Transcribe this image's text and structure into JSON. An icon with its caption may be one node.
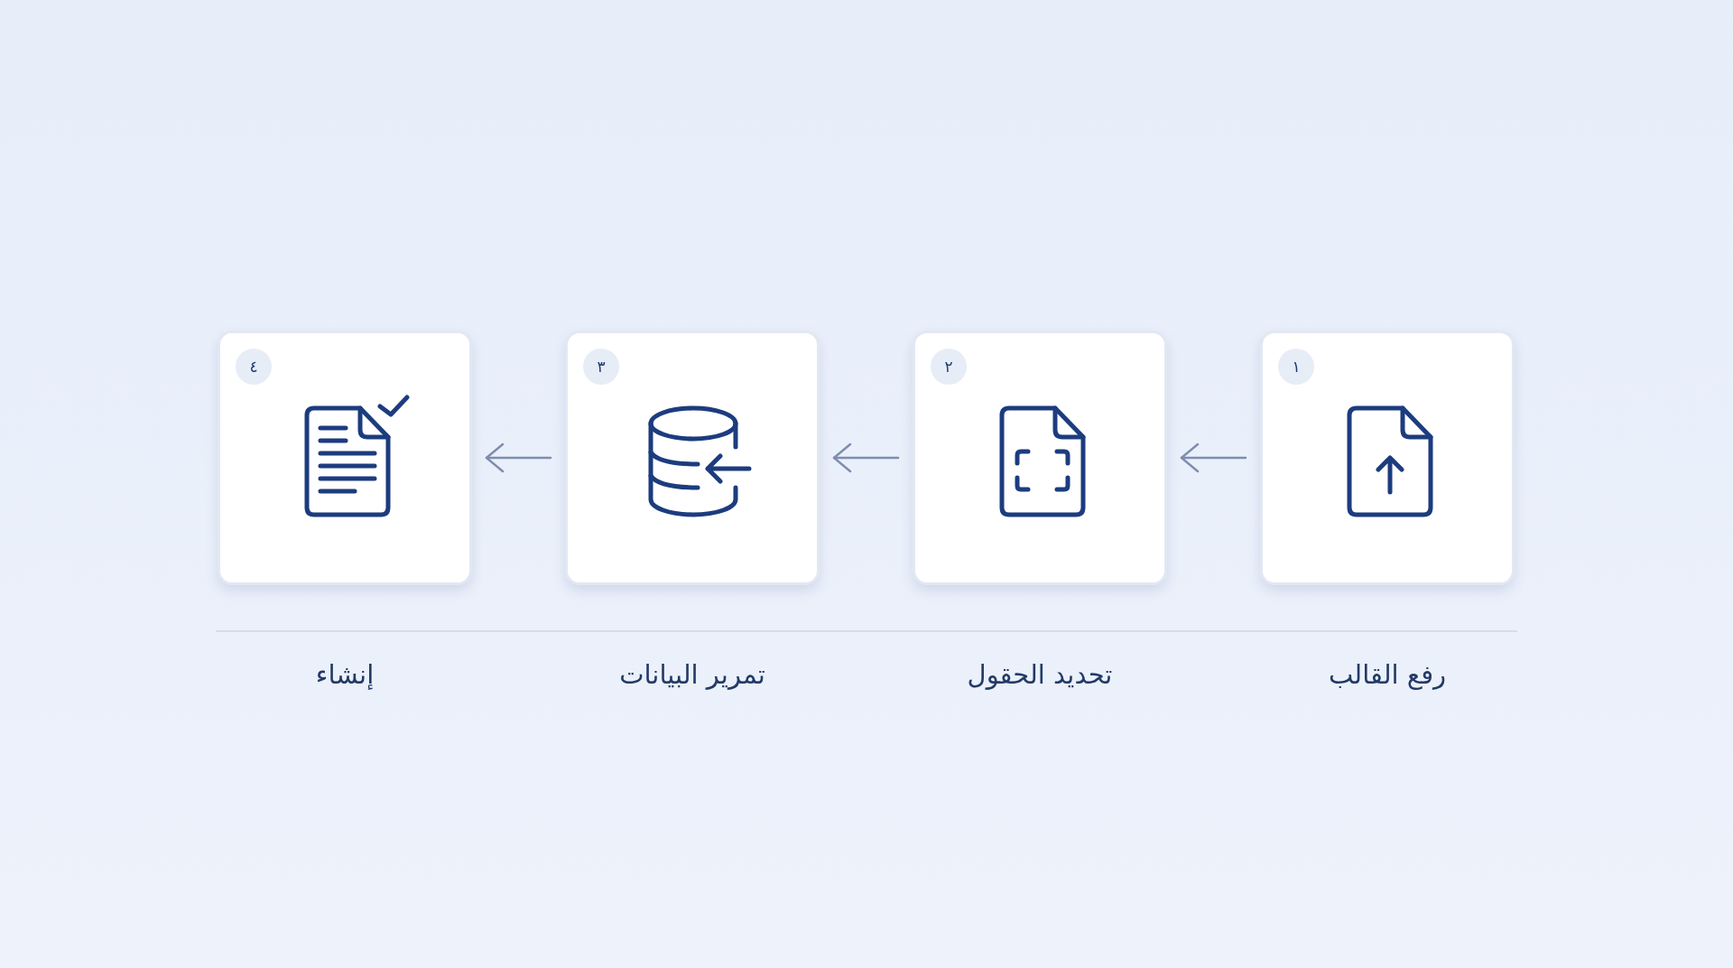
{
  "diagram": {
    "nodes": [
      {
        "text": [
          "رفع القالب"
        ]
      },
      {
        "text": [
          "١"
        ],
        "in": 0
      },
      {
        "text": [
          "تحديد الحقول"
        ]
      },
      {
        "text": [
          "٢"
        ],
        "in": 2
      },
      {
        "text": [
          "تمرير البيانات"
        ]
      },
      {
        "text": [
          "٣"
        ],
        "in": 4
      },
      {
        "text": [
          "إنشاء"
        ]
      },
      {
        "text": [
          "٤"
        ],
        "in": 6
      }
    ],
    "edges": [
      {
        "from": 0,
        "to": 2,
        "arrow": "to"
      },
      {
        "from": 2,
        "to": 4,
        "arrow": "to"
      },
      {
        "from": 4,
        "to": 6,
        "arrow": "to"
      }
    ]
  }
}
